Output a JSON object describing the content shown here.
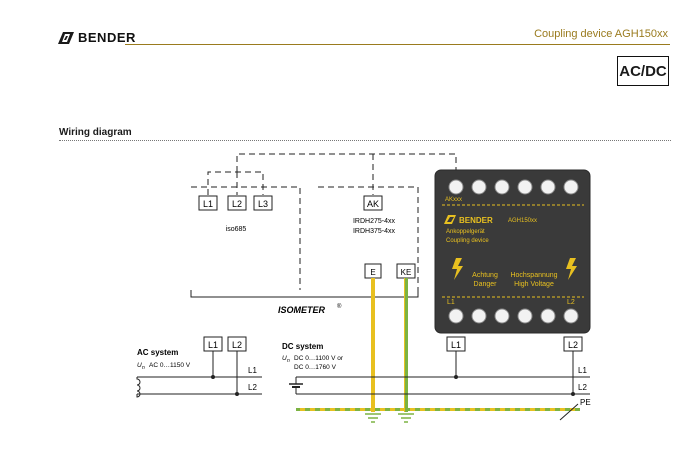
{
  "header": {
    "brand": "BENDER",
    "doc_title": "Coupling device AGH150xx",
    "badge": "AC/DC"
  },
  "section": {
    "title": "Wiring diagram"
  },
  "diagram": {
    "isometer_label": "ISOMETER",
    "isometer_mark": "®",
    "iso685": {
      "terminals": [
        "L1",
        "L2",
        "L3"
      ],
      "name": "iso685"
    },
    "irdh": {
      "terminal": "AK",
      "line1": "IRDH275-4xx",
      "line2": "IRDH375-4xx"
    },
    "earth_terminals": [
      "E",
      "KE"
    ],
    "device": {
      "tag": "AKxxx",
      "brand": "BENDER",
      "model": "AGH150xx",
      "desc_de": "Ankoppelgerät",
      "desc_en": "Coupling device",
      "warn1_de": "Achtung",
      "warn1_en": "Danger",
      "warn2_de": "Hochspannung",
      "warn2_en": "High Voltage",
      "pin_left": "L1",
      "pin_right": "L2",
      "colors": {
        "body": "#3a3a3a",
        "accent": "#e8c020"
      }
    },
    "ac_system": {
      "title": "AC system",
      "spec_sym": "U",
      "spec_sub": "n",
      "spec": "AC 0…1150 V",
      "terminals": [
        "L1",
        "L2"
      ],
      "line_labels": [
        "L1",
        "L2"
      ]
    },
    "dc_system": {
      "title": "DC system",
      "spec_sym": "U",
      "spec_sub": "n",
      "spec1": "DC 0…1100 V or",
      "spec2": "DC 0…1760 V",
      "line_labels": [
        "L1",
        "L2",
        "PE"
      ]
    },
    "device_terminals": [
      "L1",
      "L2"
    ]
  }
}
